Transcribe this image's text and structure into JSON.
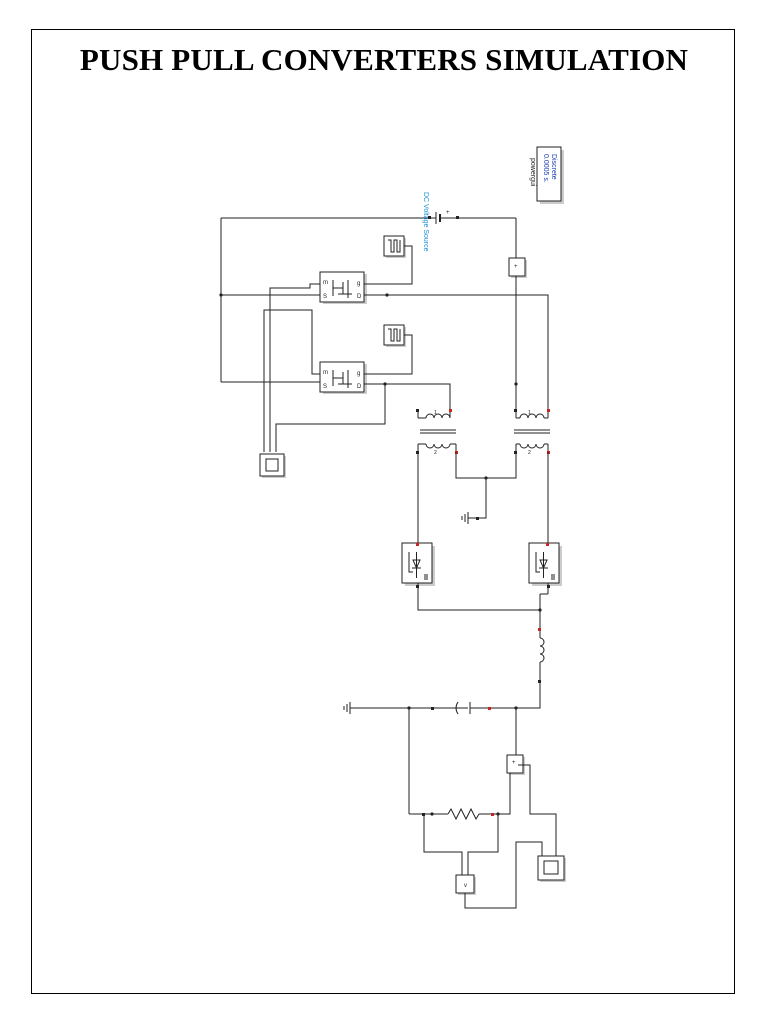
{
  "title": "PUSH PULL CONVERTERS SIMULATION",
  "powergui": {
    "line1": "Discrete",
    "line2": "0.0005 s.",
    "line3": "powergui"
  },
  "dc_source": {
    "label": "DC Voltage Source",
    "polarity": "+"
  },
  "mosfet": {
    "port_m": "m",
    "port_g": "g",
    "port_s": "S",
    "port_d": "D"
  },
  "transformer": {
    "w1": "1",
    "w2": "2"
  },
  "sensor": {
    "plus": "+",
    "minus": "-",
    "v": "v"
  },
  "colors": {
    "wire": "#222222",
    "label_blue": "#1a8fd6",
    "powergui_blue": "#1a3fb0",
    "port_red": "#cc2222"
  }
}
